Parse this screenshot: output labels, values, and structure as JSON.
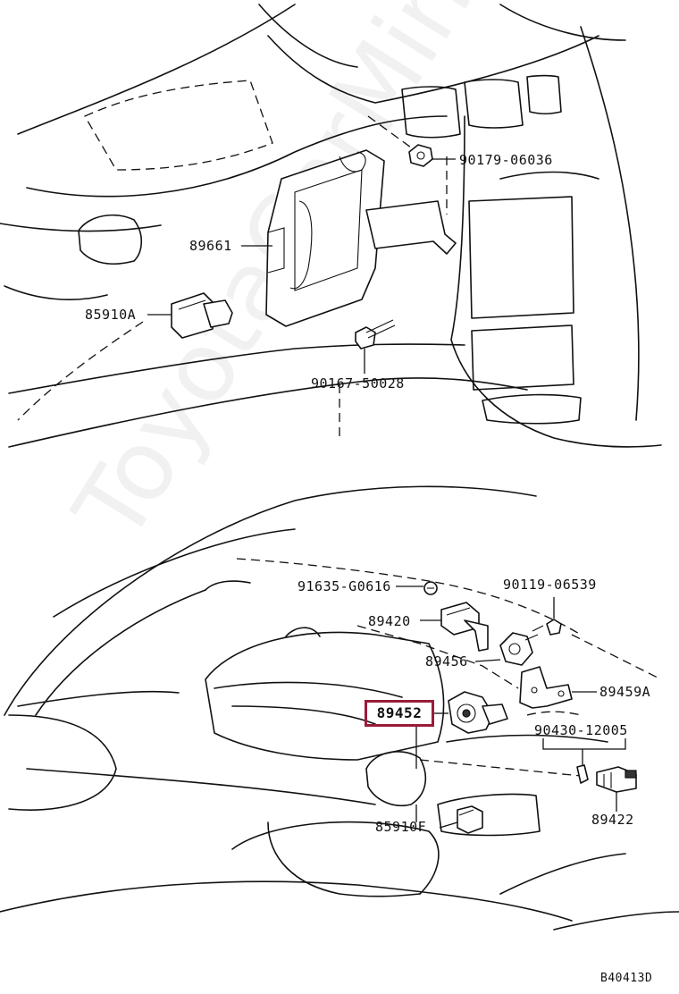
{
  "watermark": "ToyotaCarMine.ru",
  "figure_code": "B40413D",
  "parts": {
    "p90179": "90179-06036",
    "p89661": "89661",
    "p85910A": "85910A",
    "p90167": "90167-50028",
    "p91635": "91635-G0616",
    "p90119": "90119-06539",
    "p89420": "89420",
    "p89456": "89456",
    "p89459A": "89459A",
    "p89452": "89452",
    "p90430": "90430-12005",
    "p85910F": "85910F",
    "p89422": "89422"
  },
  "highlight": {
    "part": "89452",
    "color": "#9a1b3a"
  }
}
